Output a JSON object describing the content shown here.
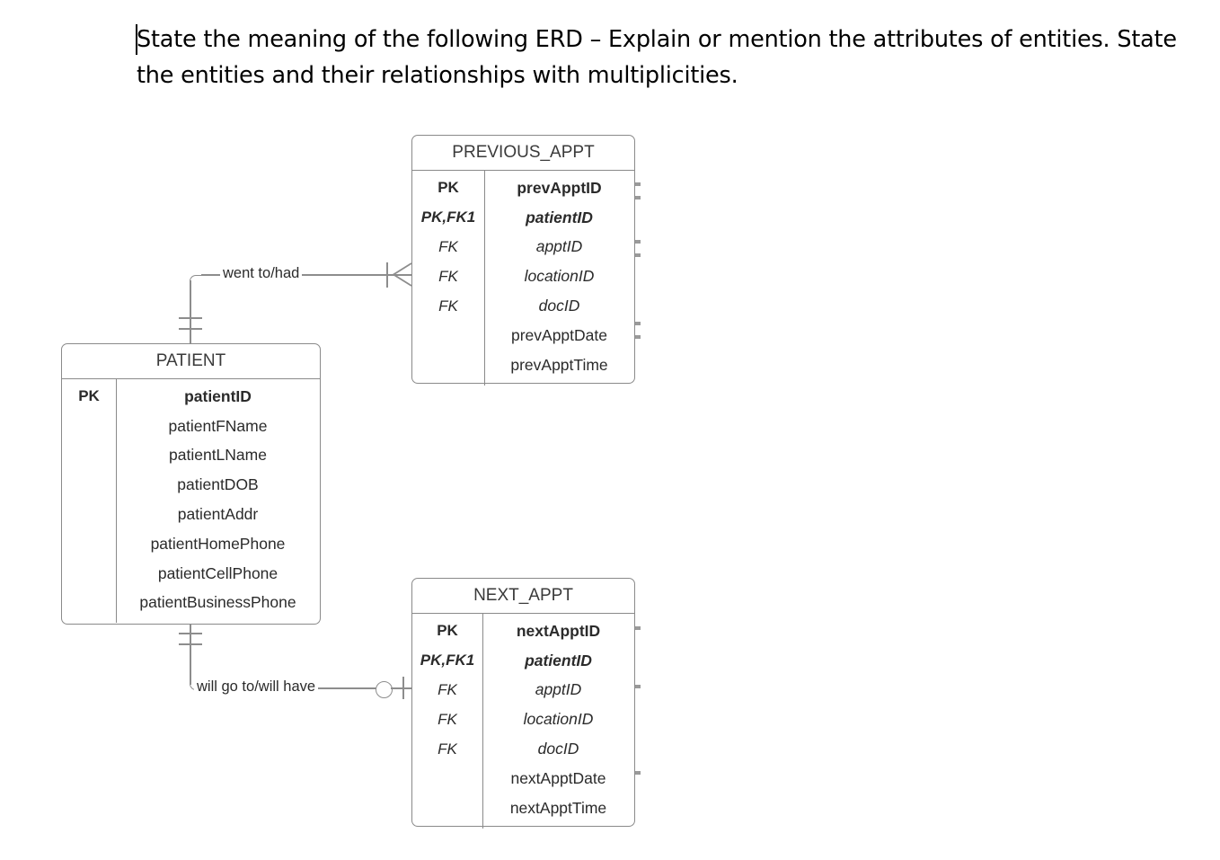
{
  "prompt": {
    "text": "State the meaning of the following ERD  – Explain or mention the attributes of entities. State the entities and their relationships with multiplicities."
  },
  "diagram": {
    "type": "entity-relationship-diagram",
    "notation": "crow's foot (IE) / IDEF1X-style",
    "entities": [
      {
        "id": "previous-appt",
        "name": "PREVIOUS_APPT",
        "attributes": [
          {
            "key": "PK",
            "name": "prevApptID",
            "style": "bold"
          },
          {
            "key": "PK,FK1",
            "name": "patientID",
            "style": "bolditalic"
          },
          {
            "key": "FK",
            "name": "apptID",
            "style": "italic"
          },
          {
            "key": "FK",
            "name": "locationID",
            "style": "italic"
          },
          {
            "key": "FK",
            "name": "docID",
            "style": "italic"
          },
          {
            "key": "",
            "name": "prevApptDate",
            "style": "normal"
          },
          {
            "key": "",
            "name": "prevApptTime",
            "style": "normal"
          }
        ]
      },
      {
        "id": "patient",
        "name": "PATIENT",
        "attributes": [
          {
            "key": "PK",
            "name": "patientID",
            "style": "bold"
          },
          {
            "key": "",
            "name": "patientFName",
            "style": "normal"
          },
          {
            "key": "",
            "name": "patientLName",
            "style": "normal"
          },
          {
            "key": "",
            "name": "patientDOB",
            "style": "normal"
          },
          {
            "key": "",
            "name": "patientAddr",
            "style": "normal"
          },
          {
            "key": "",
            "name": "patientHomePhone",
            "style": "normal"
          },
          {
            "key": "",
            "name": "patientCellPhone",
            "style": "normal"
          },
          {
            "key": "",
            "name": "patientBusinessPhone",
            "style": "normal"
          }
        ]
      },
      {
        "id": "next-appt",
        "name": "NEXT_APPT",
        "attributes": [
          {
            "key": "PK",
            "name": "nextApptID",
            "style": "bold"
          },
          {
            "key": "PK,FK1",
            "name": "patientID",
            "style": "bolditalic"
          },
          {
            "key": "FK",
            "name": "apptID",
            "style": "italic"
          },
          {
            "key": "FK",
            "name": "locationID",
            "style": "italic"
          },
          {
            "key": "FK",
            "name": "docID",
            "style": "italic"
          },
          {
            "key": "",
            "name": "nextApptDate",
            "style": "normal"
          },
          {
            "key": "",
            "name": "nextApptTime",
            "style": "normal"
          }
        ]
      }
    ],
    "relationships": [
      {
        "id": "went-to-had",
        "label": "went to/had",
        "from": "PATIENT",
        "to": "PREVIOUS_APPT",
        "from_cardinality": "one and only one",
        "to_cardinality": "one or many"
      },
      {
        "id": "will-go-to-will-have",
        "label": "will go to/will have",
        "from": "PATIENT",
        "to": "NEXT_APPT",
        "from_cardinality": "one and only one",
        "to_cardinality": "zero or one"
      }
    ],
    "colors": {
      "line": "#8d8d8d",
      "border": "#8a8a8a",
      "text": "#2b2b2b",
      "title": "#3a3a3a",
      "background": "#ffffff"
    }
  }
}
